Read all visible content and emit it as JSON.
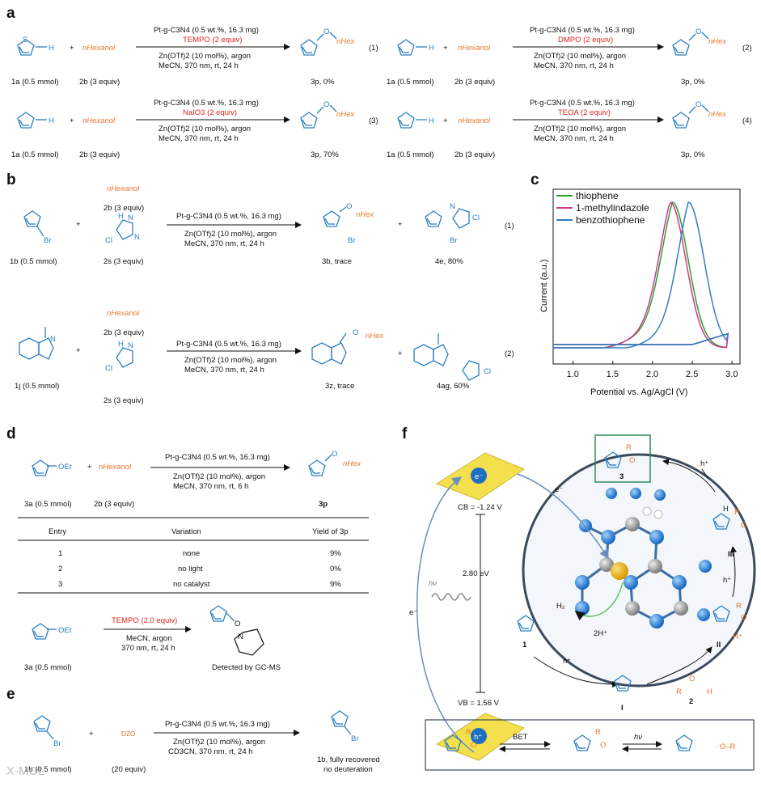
{
  "panels": {
    "a": "a",
    "b": "b",
    "c": "c",
    "d": "d",
    "e": "e",
    "f": "f"
  },
  "panel_a": {
    "reactions": [
      {
        "sub": "1a (0.5 mmol)",
        "reagent": "nHexanol",
        "reagent_eq": "2b (3 equiv)",
        "cond1": "Pt-g-C3N4 (0.5 wt.%, 16.3 mg)",
        "additive": "TEMPO (2 equiv)",
        "cond2": "Zn(OTf)2 (10 mol%), argon",
        "cond3": "MeCN, 370 nm, rt, 24 h",
        "product": "3p, 0%",
        "num": "(1)"
      },
      {
        "sub": "1a (0.5 mmol)",
        "reagent": "nHexanol",
        "reagent_eq": "2b (3 equiv)",
        "cond1": "Pt-g-C3N4 (0.5 wt.%, 16.3 mg)",
        "additive": "DMPO (2 equiv)",
        "cond2": "Zn(OTf)2 (10 mol%), argon",
        "cond3": "MeCN, 370 nm, rt, 24 h",
        "product": "3p, 0%",
        "num": "(2)"
      },
      {
        "sub": "1a (0.5 mmol)",
        "reagent": "nHexanol",
        "reagent_eq": "2b (3 equiv)",
        "cond1": "Pt-g-C3N4 (0.5 wt.%, 16.3 mg)",
        "additive": "NaIO3 (2 equiv)",
        "cond2": "Zn(OTf)2 (10 mol%), argon",
        "cond3": "MeCN, 370 nm, rt, 24 h",
        "product": "3p, 70%",
        "num": "(3)"
      },
      {
        "sub": "1a (0.5 mmol)",
        "reagent": "nHexanol",
        "reagent_eq": "2b (3 equiv)",
        "cond1": "Pt-g-C3N4 (0.5 wt.%, 16.3 mg)",
        "additive": "TEOA (2 equiv)",
        "cond2": "Zn(OTf)2 (10 mol%), argon",
        "cond3": "MeCN, 370 nm, rt, 24 h",
        "product": "3p, 0%",
        "num": "(4)"
      }
    ],
    "atom_H": "H",
    "atom_S": "S",
    "atom_O": "O",
    "nhex": "nHex"
  },
  "panel_b": {
    "r1": {
      "sub": "1b (0.5 mmol)",
      "reagent": "nHexanol",
      "reagent_eq": "2b (3 equiv)",
      "reagent2_eq": "2s (3 equiv)",
      "cond1": "Pt-g-C3N4 (0.5 wt.%, 16.3 mg)",
      "cond2": "Zn(OTf)2 (10 mol%), argon",
      "cond3": "MeCN, 370 nm, rt, 24 h",
      "p1": "3b, trace",
      "p2": "4e, 80%",
      "num": "(1)"
    },
    "r2": {
      "sub": "1j (0.5 mmol)",
      "reagent": "nHexanol",
      "reagent_eq": "2b (3 equiv)",
      "reagent2_eq": "2s (3 equiv)",
      "cond1": "Pt-g-C3N4 (0.5 wt.%, 16.3 mg)",
      "cond2": "Zn(OTf)2 (10 mol%), argon",
      "cond3": "MeCN, 370 nm, rt, 24 h",
      "p1": "3z, trace",
      "p2": "4ag, 60%",
      "num": "(2)"
    },
    "atom_Br": "Br",
    "atom_Cl": "Cl",
    "atom_N": "N",
    "atom_NH": "H"
  },
  "chart_data": {
    "type": "line",
    "title": "",
    "xlabel": "Potential vs. Ag/AgCl (V)",
    "ylabel": "Current (a.u.)",
    "xlim": [
      0.75,
      3.1
    ],
    "x_ticks": [
      "1.0",
      "1.5",
      "2.0",
      "2.5",
      "3.0"
    ],
    "legend_position": "top-left",
    "series": [
      {
        "name": "thiophene",
        "color": "#2ca02c",
        "peak_x": 2.25
      },
      {
        "name": "1-methylindazole",
        "color": "#d6348f",
        "peak_x": 2.22
      },
      {
        "name": "benzothiophene",
        "color": "#2f7fc1",
        "peak_x": 2.45
      }
    ]
  },
  "panel_d": {
    "sub": "3a (0.5 mmol)",
    "reagent": "nHexanol",
    "reagent_eq": "2b (3 equiv)",
    "cond1": "Pt-g-C3N4 (0.5 wt.%, 16.3 mg)",
    "cond2": "Zn(OTf)2 (10 mol%), argon",
    "cond3": "MeCN, 370 nm, rt, 6 h",
    "product": "3p",
    "headers": [
      "Entry",
      "Variation",
      "Yield of 3p"
    ],
    "rows": [
      [
        "1",
        "none",
        "9%"
      ],
      [
        "2",
        "no light",
        "0%"
      ],
      [
        "3",
        "no catalyst",
        "9%"
      ]
    ],
    "tempo": {
      "sub": "3a (0.5 mmol)",
      "cond1": "TEMPO (2.0 equiv)",
      "cond2": "MeCN, argon",
      "cond3": "370 nm, rt, 24 h",
      "product": "Detected by GC-MS"
    },
    "oet": "OEt"
  },
  "panel_e": {
    "sub": "1b (0.5 mmol)",
    "reagent": "D2O",
    "reagent_eq": "(20 equiv)",
    "cond1": "Pt-g-C3N4 (0.5 wt.%, 16.3 mg)",
    "cond2": "Zn(OTf)2 (10 mol%), argon",
    "cond3": "CD3CN, 370 nm, rt, 24 h",
    "product1": "1b, fully recovered",
    "product2": "no deuteration"
  },
  "panel_f": {
    "cb": "CB = -1.24 V",
    "vb": "VB = 1.56 V",
    "gap": "2.80 eV",
    "e_minus": "e⁻",
    "h_plus": "h⁺",
    "hv": "hν",
    "h2": "H₂",
    "two_h": "2H⁺",
    "label_1": "1",
    "label_2": "2",
    "label_3": "3",
    "label_I": "I",
    "label_II": "II",
    "label_III": "III",
    "bet": "BET",
    "hv2": "hν",
    "r": "R",
    "o": "O",
    "h": "H"
  },
  "watermark": "X-MOL"
}
